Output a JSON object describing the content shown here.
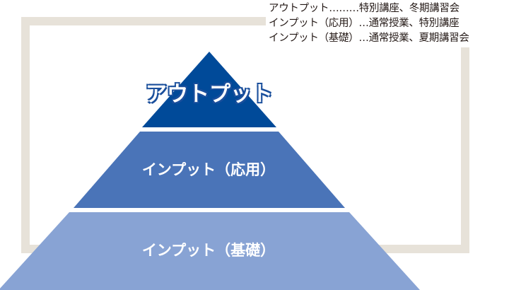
{
  "legend": {
    "lines": [
      "アウトプット………特別講座、冬期講習会",
      "インプット（応用）…通常授業、特別講座",
      "インプット（基礎）…通常授業、夏期講習会"
    ]
  },
  "pyramid": {
    "tiers": [
      {
        "label": "アウトプット",
        "color": "#004a99"
      },
      {
        "label": "インプット（応用）",
        "color": "#4a74b8"
      },
      {
        "label": "インプット（基礎）",
        "color": "#88a3d4"
      }
    ]
  },
  "frame_color": "#e7e2d9"
}
